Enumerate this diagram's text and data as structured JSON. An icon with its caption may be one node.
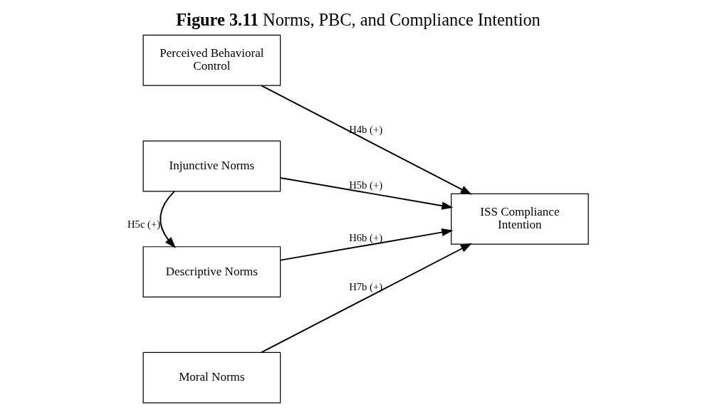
{
  "diagram": {
    "title": "**Figure 3.11** Norms, PBC, and Compliance Intention",
    "nodes": [
      {
        "text": [
          "Perceived Behavioral Control"
        ]
      },
      {
        "text": [
          "Injunctive Norms"
        ]
      },
      {
        "text": [
          "Descriptive Norms"
        ]
      },
      {
        "text": [
          "Moral Norms"
        ]
      },
      {
        "text": [
          "ISS Compliance Intention"
        ]
      }
    ],
    "edges": [
      {
        "from": 0,
        "to": 4,
        "arrow": "to",
        "label": "H4b (+)"
      },
      {
        "from": 1,
        "to": 4,
        "arrow": "to",
        "label": "H5b (+)"
      },
      {
        "from": 1,
        "to": 2,
        "arrow": "to",
        "label": "H5c (+)"
      },
      {
        "from": 2,
        "to": 4,
        "arrow": "to",
        "label": "H6b (+)"
      },
      {
        "from": 3,
        "to": 4,
        "arrow": "to",
        "label": "H7b (+)"
      }
    ]
  }
}
